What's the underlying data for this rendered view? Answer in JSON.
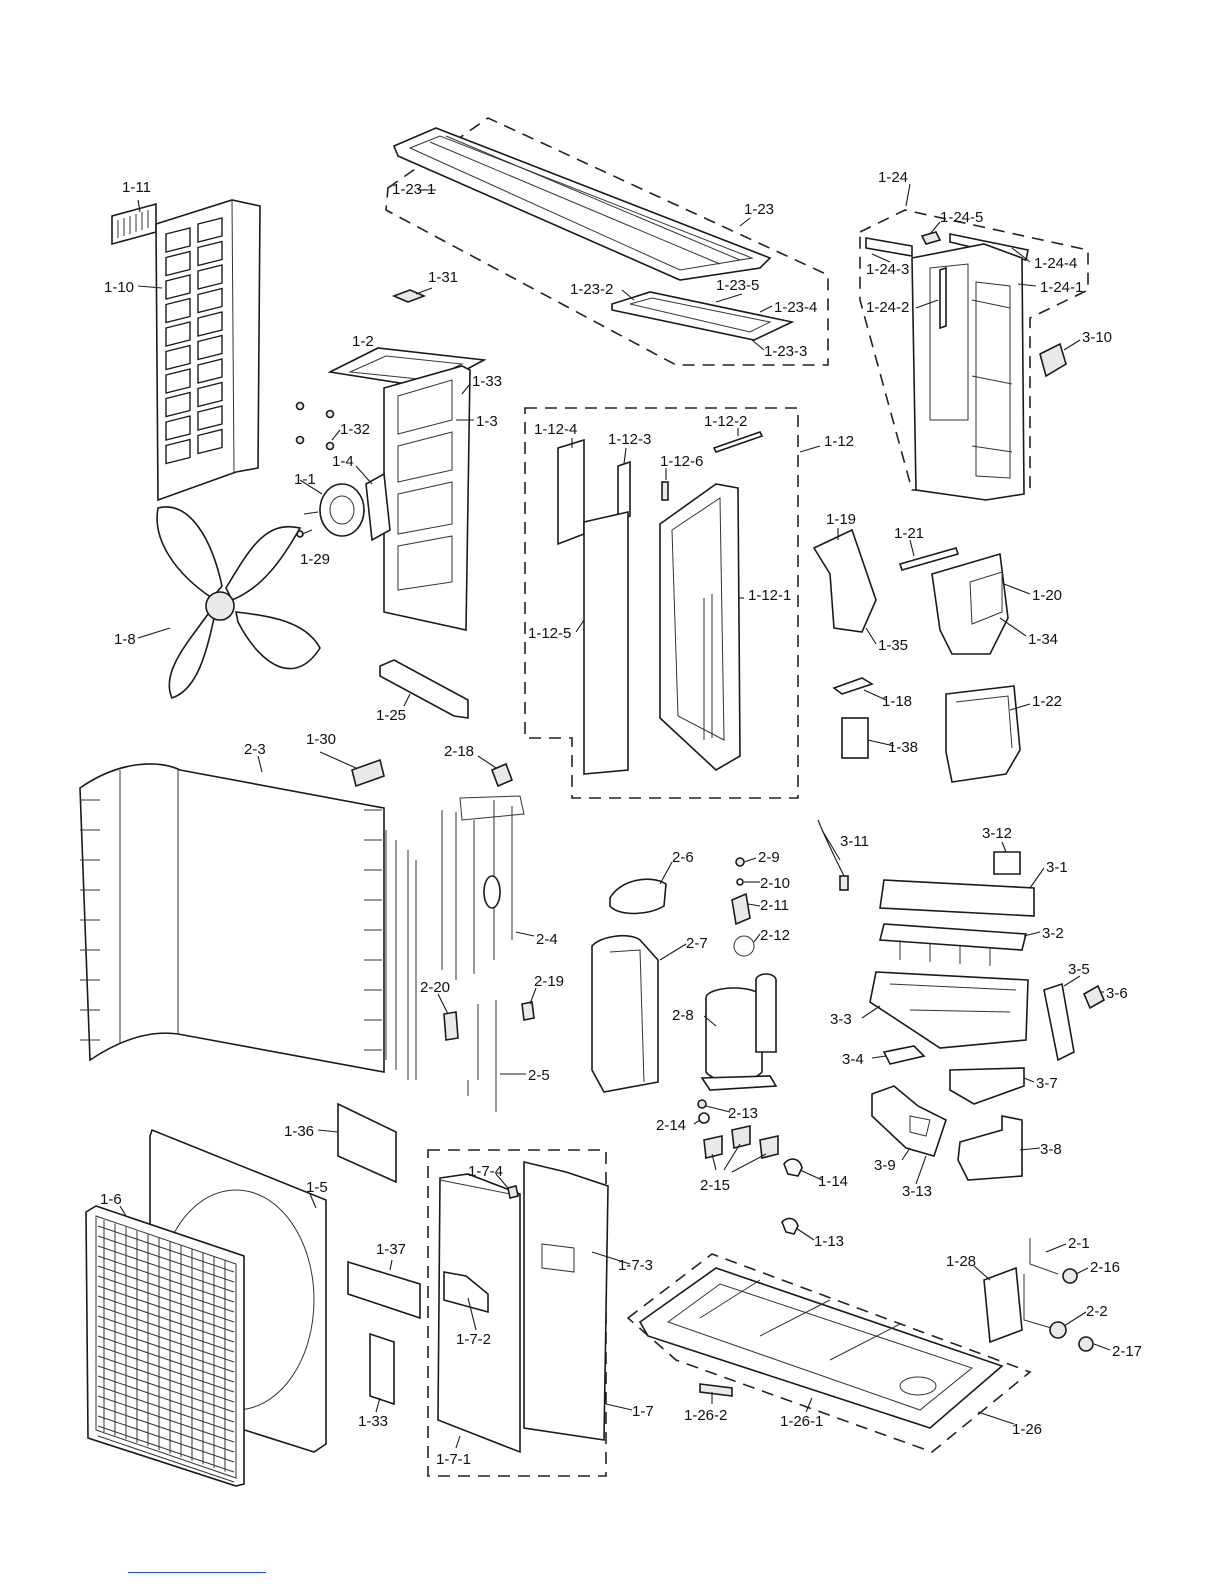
{
  "labels": {
    "l_1_1": "1-1",
    "l_1_2": "1-2",
    "l_1_3": "1-3",
    "l_1_4": "1-4",
    "l_1_5": "1-5",
    "l_1_6": "1-6",
    "l_1_7": "1-7",
    "l_1_7_1": "1-7-1",
    "l_1_7_2": "1-7-2",
    "l_1_7_3": "1-7-3",
    "l_1_7_4": "1-7-4",
    "l_1_8": "1-8",
    "l_1_10": "1-10",
    "l_1_11": "1-11",
    "l_1_12": "1-12",
    "l_1_12_1": "1-12-1",
    "l_1_12_2": "1-12-2",
    "l_1_12_3": "1-12-3",
    "l_1_12_4": "1-12-4",
    "l_1_12_5": "1-12-5",
    "l_1_12_6": "1-12-6",
    "l_1_13": "1-13",
    "l_1_14": "1-14",
    "l_1_18": "1-18",
    "l_1_19": "1-19",
    "l_1_20": "1-20",
    "l_1_21": "1-21",
    "l_1_22": "1-22",
    "l_1_23": "1-23",
    "l_1_23_1": "1-23-1",
    "l_1_23_2": "1-23-2",
    "l_1_23_3": "1-23-3",
    "l_1_23_4": "1-23-4",
    "l_1_23_5": "1-23-5",
    "l_1_24": "1-24",
    "l_1_24_1": "1-24-1",
    "l_1_24_2": "1-24-2",
    "l_1_24_3": "1-24-3",
    "l_1_24_4": "1-24-4",
    "l_1_24_5": "1-24-5",
    "l_1_25": "1-25",
    "l_1_26": "1-26",
    "l_1_26_1": "1-26-1",
    "l_1_26_2": "1-26-2",
    "l_1_28": "1-28",
    "l_1_29": "1-29",
    "l_1_30": "1-30",
    "l_1_31": "1-31",
    "l_1_32": "1-32",
    "l_1_33a": "1-33",
    "l_1_33b": "1-33",
    "l_1_34": "1-34",
    "l_1_35": "1-35",
    "l_1_36": "1-36",
    "l_1_37": "1-37",
    "l_1_38": "1-38",
    "l_2_1": "2-1",
    "l_2_2": "2-2",
    "l_2_3": "2-3",
    "l_2_4": "2-4",
    "l_2_5": "2-5",
    "l_2_6": "2-6",
    "l_2_7": "2-7",
    "l_2_8": "2-8",
    "l_2_9": "2-9",
    "l_2_10": "2-10",
    "l_2_11": "2-11",
    "l_2_12": "2-12",
    "l_2_13": "2-13",
    "l_2_14": "2-14",
    "l_2_15": "2-15",
    "l_2_16": "2-16",
    "l_2_17": "2-17",
    "l_2_18": "2-18",
    "l_2_19": "2-19",
    "l_2_20": "2-20",
    "l_3_1": "3-1",
    "l_3_2": "3-2",
    "l_3_3": "3-3",
    "l_3_4": "3-4",
    "l_3_5": "3-5",
    "l_3_6": "3-6",
    "l_3_7": "3-7",
    "l_3_8": "3-8",
    "l_3_9": "3-9",
    "l_3_10": "3-10",
    "l_3_11": "3-11",
    "l_3_12": "3-12",
    "l_3_13": "3-13"
  },
  "colors": {
    "line": "#1a1a1a",
    "fill": "#ffffff",
    "shade": "#e9e9e9",
    "link": "#1f4fd6"
  }
}
